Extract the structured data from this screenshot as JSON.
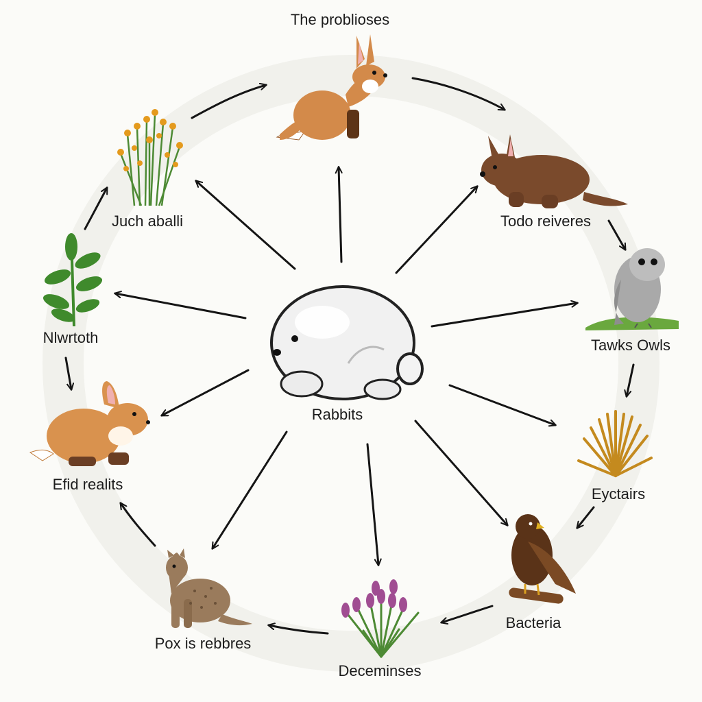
{
  "title": "The problioses",
  "center": {
    "label": "Rabbits"
  },
  "nodes": {
    "top_fox": {
      "label": ""
    },
    "flowers": {
      "label": "Juch aballi"
    },
    "brown_animal": {
      "label": "Todo reiveres"
    },
    "owl": {
      "label": "Tawks Owls"
    },
    "leafy_plant": {
      "label": "Nlwrtoth"
    },
    "grass_tuft": {
      "label": "Eyctairs"
    },
    "left_rabbit": {
      "label": "Efid realits"
    },
    "hawk": {
      "label": "Bacteria"
    },
    "spotted_cat": {
      "label": "Pox is rebbres"
    },
    "purple_plant": {
      "label": "Deceminses"
    }
  },
  "colors": {
    "arrow": "#151515",
    "fur_orange": "#d38a4a",
    "fur_brown": "#7a4a2c",
    "owl_grey": "#a9a9a9",
    "leaf_green": "#3f8a2c",
    "flower_orange": "#e49a1d",
    "purple": "#a04d92",
    "hawk_brown": "#5a3318",
    "rabbit_white": "#f1f1f1"
  }
}
